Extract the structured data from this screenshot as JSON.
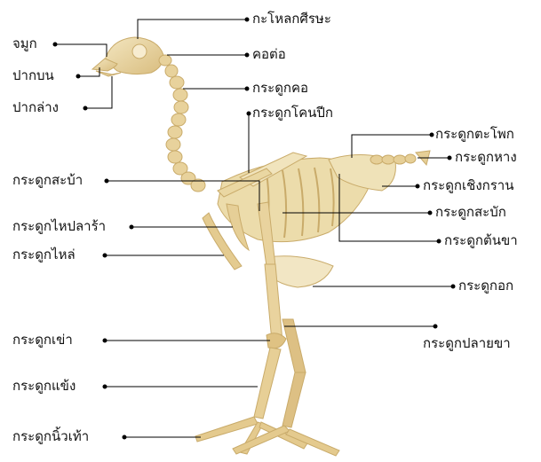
{
  "colors": {
    "background": "#ffffff",
    "bone": "#ead9a8",
    "bone_shade": "#d4b97b",
    "line": "#000000",
    "text": "#111111"
  },
  "labels": {
    "skull": "กะโหลกศีรษะ",
    "nostril": "จมูก",
    "upper_beak": "ปากบน",
    "lower_beak": "ปากล่าง",
    "atlas": "คอต่อ",
    "neck_vertebrae": "กระดูกคอ",
    "humerus": "กระดูกโคนปีก",
    "pygostyle_area": "กระดูกตะโพก",
    "tail": "กระดูกหาง",
    "pelvis": "กระดูกเชิงกราน",
    "scapula_right": "กระดูกสะบัก",
    "femur": "กระดูกต้นขา",
    "sternum": "กระดูกอก",
    "tibia": "กระดูกปลายขา",
    "scapula_left": "กระดูกสะบ้า",
    "furcula": "กระดูกไหปลาร้า",
    "coracoid": "กระดูกไหล่",
    "knee": "กระดูกเข่า",
    "tarsometatarsus": "กระดูกแข้ง",
    "toes": "กระดูกนิ้วเท้า"
  }
}
